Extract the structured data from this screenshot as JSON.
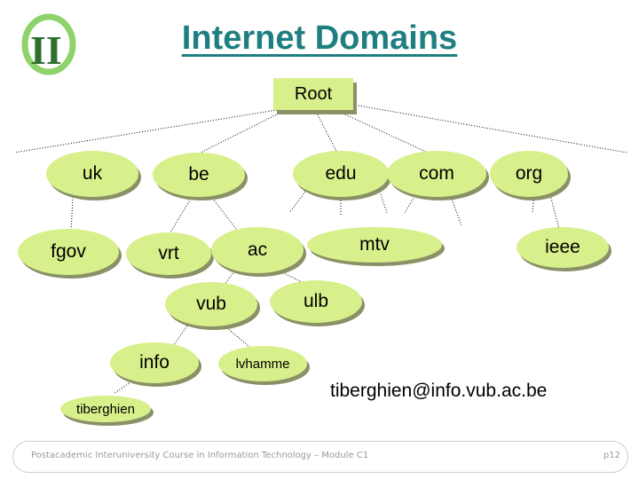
{
  "title": "Internet Domains",
  "logo_text": "II",
  "nodes": {
    "root": "Root",
    "uk": "uk",
    "be": "be",
    "edu": "edu",
    "com": "com",
    "org": "org",
    "fgov": "fgov",
    "vrt": "vrt",
    "ac": "ac",
    "mtv": "mtv",
    "ieee": "ieee",
    "vub": "vub",
    "ulb": "ulb",
    "info": "info",
    "lvhamme": "lvhamme",
    "tiberghien": "tiberghien"
  },
  "email": "tiberghien@info.vub.ac.be",
  "footer": {
    "course": "Postacademic Interuniversity Course in Information Technology – Module C1",
    "page": "p12"
  },
  "colors": {
    "title": "#1f7f80",
    "node_fill": "#d7f08b",
    "node_shadow": "#8a9166"
  }
}
